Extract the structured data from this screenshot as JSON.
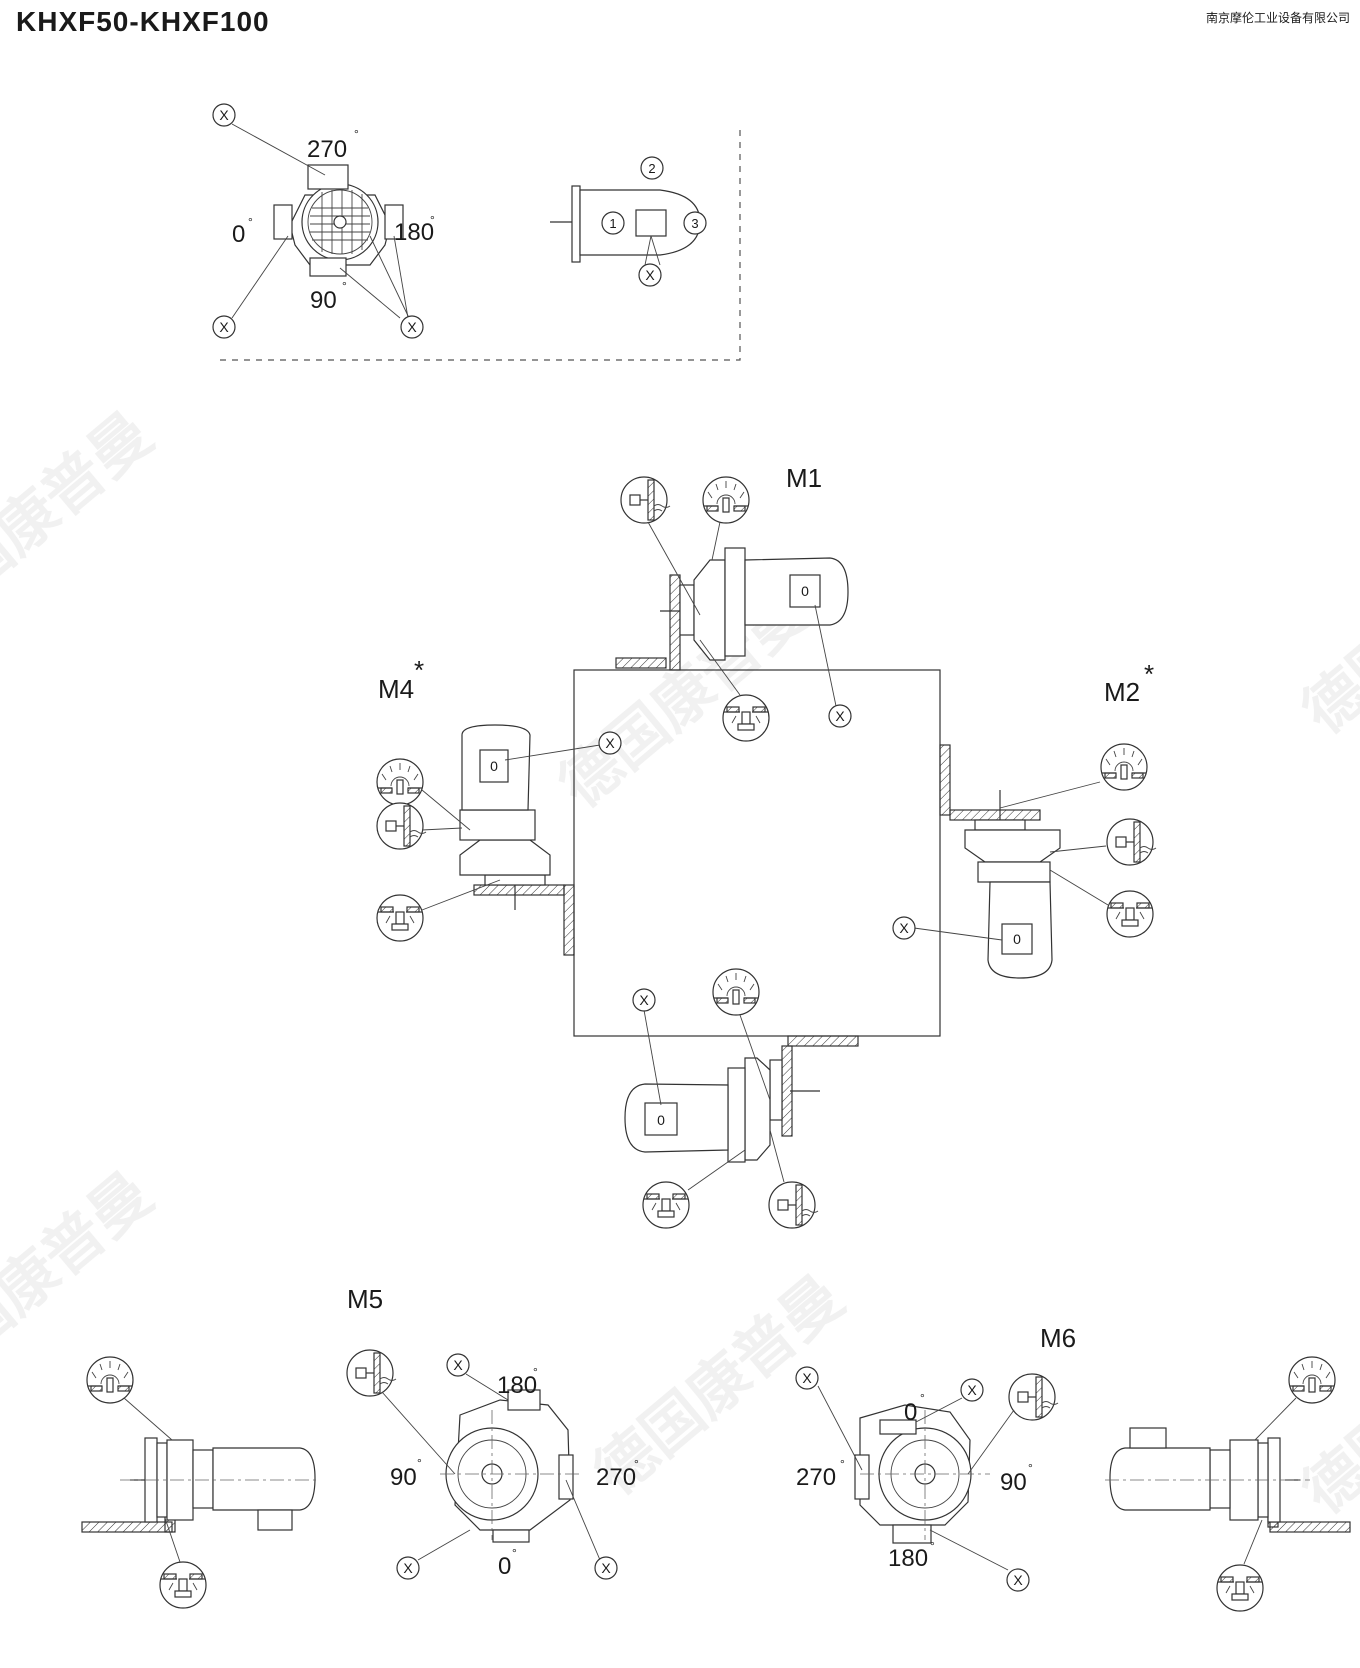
{
  "header": {
    "title": "KHXF50-KHXF100",
    "company": "南京摩伦工业设备有限公司"
  },
  "watermark": "德国康普曼",
  "top_diagram": {
    "angles": {
      "a270": "270",
      "a0": "0",
      "a180": "180",
      "a90": "90"
    },
    "degree_mark": "°",
    "marker_x": "X",
    "positions": {
      "p1": "1",
      "p2": "2",
      "p3": "3"
    }
  },
  "center_diagram": {
    "labels": {
      "m1": "M1",
      "m2": "M2",
      "m4": "M4"
    },
    "asterisk": "*",
    "marker_x": "X",
    "terminal_box": "0"
  },
  "bottom_diagram": {
    "labels": {
      "m5": "M5",
      "m6": "M6"
    },
    "m5_angles": {
      "a180": "180",
      "a90": "90",
      "a270": "270",
      "a0": "0"
    },
    "m6_angles": {
      "a0": "0",
      "a270": "270",
      "a90": "90",
      "a180": "180"
    },
    "degree_mark": "°",
    "marker_x": "X"
  }
}
